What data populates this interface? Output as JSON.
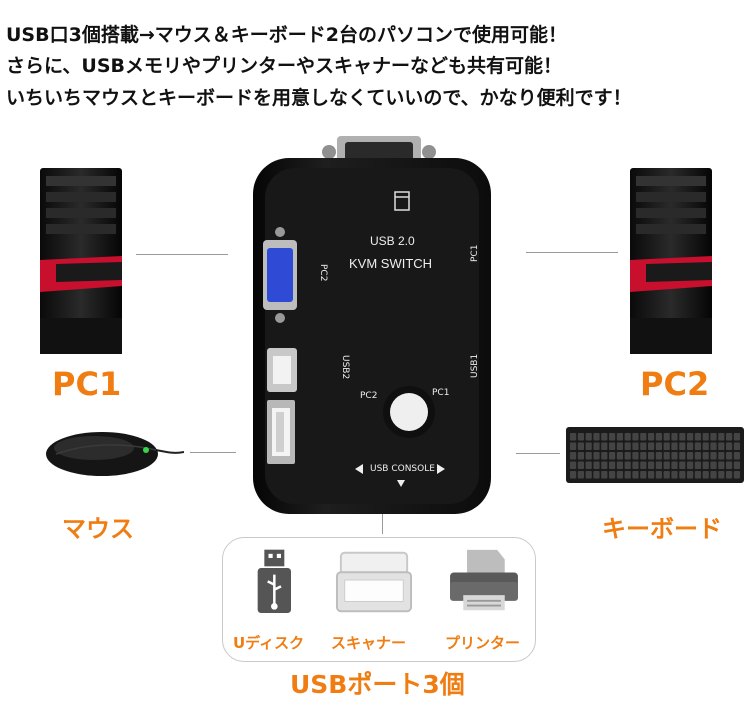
{
  "headline": {
    "line1": "USB口3個搭載→マウス＆キーボード2台のパソコンで使用可能！",
    "line2": "さらに、USBメモリやプリンターやスキャナーなども共有可能！",
    "line3": "いちいちマウスとキーボードを用意しなくていいので、かなり便利です！"
  },
  "labels": {
    "pc1": "PC1",
    "pc2": "PC2",
    "mouse": "マウス",
    "keyboard": "キーボード",
    "usb_ports": "USBポート3個"
  },
  "kvm": {
    "model_line1": "USB 2.0",
    "model_line2": "KVM SWITCH",
    "port_pc2": "PC2",
    "port_pc1": "PC1",
    "port_usb2": "USB2",
    "port_usb1": "USB1",
    "button_pc2": "PC2",
    "button_pc1": "PC1",
    "console": "USB CONSOLE"
  },
  "devices": [
    {
      "label": "Uディスク",
      "icon": "usb-flash-icon"
    },
    {
      "label": "スキャナー",
      "icon": "scanner-icon"
    },
    {
      "label": "プリンター",
      "icon": "printer-icon"
    }
  ],
  "colors": {
    "accent": "#f07d12",
    "case_red": "#c8102e",
    "vga_blue": "#2f4bd6"
  }
}
